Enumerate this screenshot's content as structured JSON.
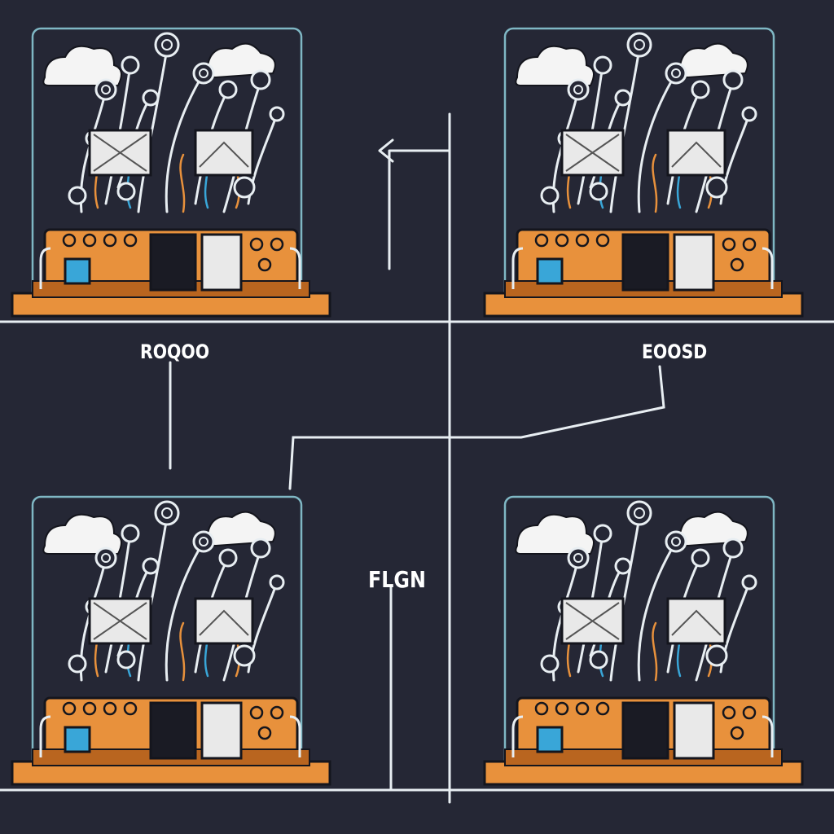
{
  "canvas": {
    "background": "#252735"
  },
  "palette": {
    "machine_orange": "#e8913c",
    "machine_dark_orange": "#b9651f",
    "outline": "#14151d",
    "line": "#e8eef2",
    "frame_teal": "#7fb7c4",
    "cloud": "#f4f4f4",
    "screen_blue": "#39a6d8",
    "screen_light": "#e9e9e9"
  },
  "labels": {
    "top_left": "ROQOO",
    "top_right": "EOOSD",
    "center": "FLGN"
  },
  "machines": [
    {
      "name": "machine-top-left"
    },
    {
      "name": "machine-top-right"
    },
    {
      "name": "machine-bottom-left"
    },
    {
      "name": "machine-bottom-right"
    }
  ]
}
